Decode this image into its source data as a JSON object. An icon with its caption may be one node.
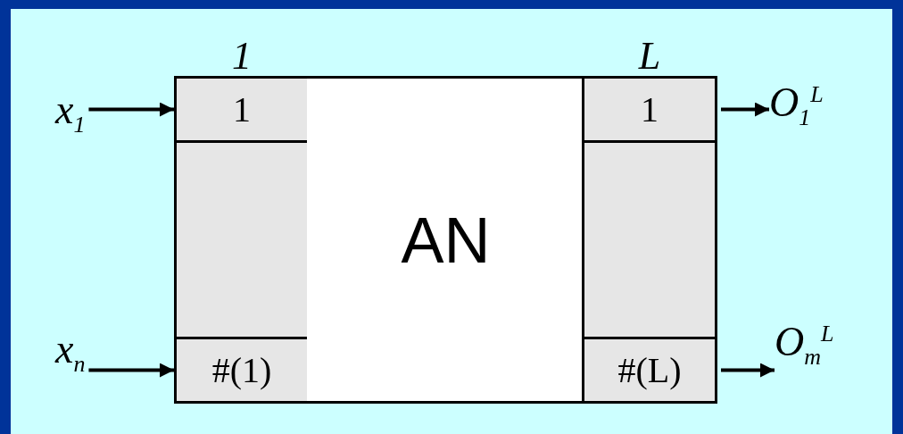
{
  "diagram": {
    "nodes": [
      {
        "text": [
          "1"
        ]
      },
      {
        "text": [
          "1"
        ],
        "in": 0
      },
      {
        "text": [
          "#(1)"
        ],
        "in": 0
      },
      {
        "text": [
          "AN"
        ]
      },
      {
        "text": [
          "L"
        ]
      },
      {
        "text": [
          "1"
        ],
        "in": 4
      },
      {
        "text": [
          "#(L)"
        ],
        "in": 4
      },
      {
        "text": [
          "x$_{1}$"
        ]
      },
      {
        "text": [
          "x$_{n}$"
        ]
      },
      {
        "text": [
          "O$_{1}$$^{L}$"
        ]
      },
      {
        "text": [
          "O$_{m}$$^{L}$"
        ]
      }
    ],
    "edges": [
      {
        "from": 7,
        "to": 1,
        "arrow": "to"
      },
      {
        "from": 8,
        "to": 2,
        "arrow": "to"
      },
      {
        "from": 5,
        "to": 9,
        "arrow": "to"
      },
      {
        "from": 6,
        "to": 10,
        "arrow": "to"
      }
    ]
  }
}
